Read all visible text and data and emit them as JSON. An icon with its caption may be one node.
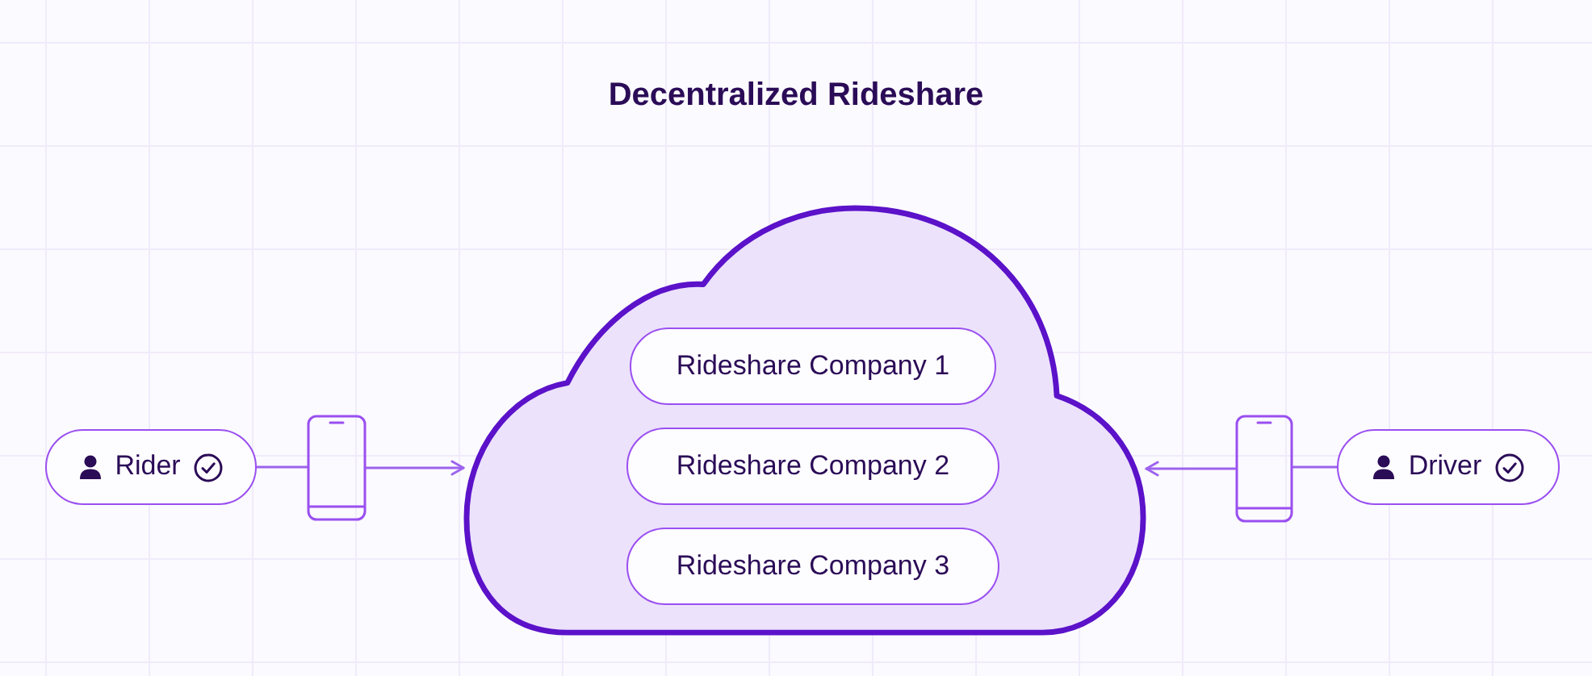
{
  "diagram": {
    "title": "Decentralized Rideshare",
    "nodes": [
      {
        "text": [
          "Rider"
        ]
      },
      {
        "text": [],
        "shape": "picture"
      },
      {
        "text": [],
        "shape": "cloud"
      },
      {
        "text": [
          "Rideshare Company 1"
        ],
        "in": 2
      },
      {
        "text": [
          "Rideshare Company 2"
        ],
        "in": 2
      },
      {
        "text": [
          "Rideshare Company 3"
        ],
        "in": 2
      },
      {
        "text": [],
        "shape": "picture"
      },
      {
        "text": [
          "Driver"
        ]
      }
    ],
    "edges": [
      {
        "from": 0,
        "to": 1,
        "arrow": "none"
      },
      {
        "from": 1,
        "to": 2,
        "arrow": "to"
      },
      {
        "from": 7,
        "to": 6,
        "arrow": "none"
      },
      {
        "from": 6,
        "to": 2,
        "arrow": "to"
      }
    ]
  }
}
